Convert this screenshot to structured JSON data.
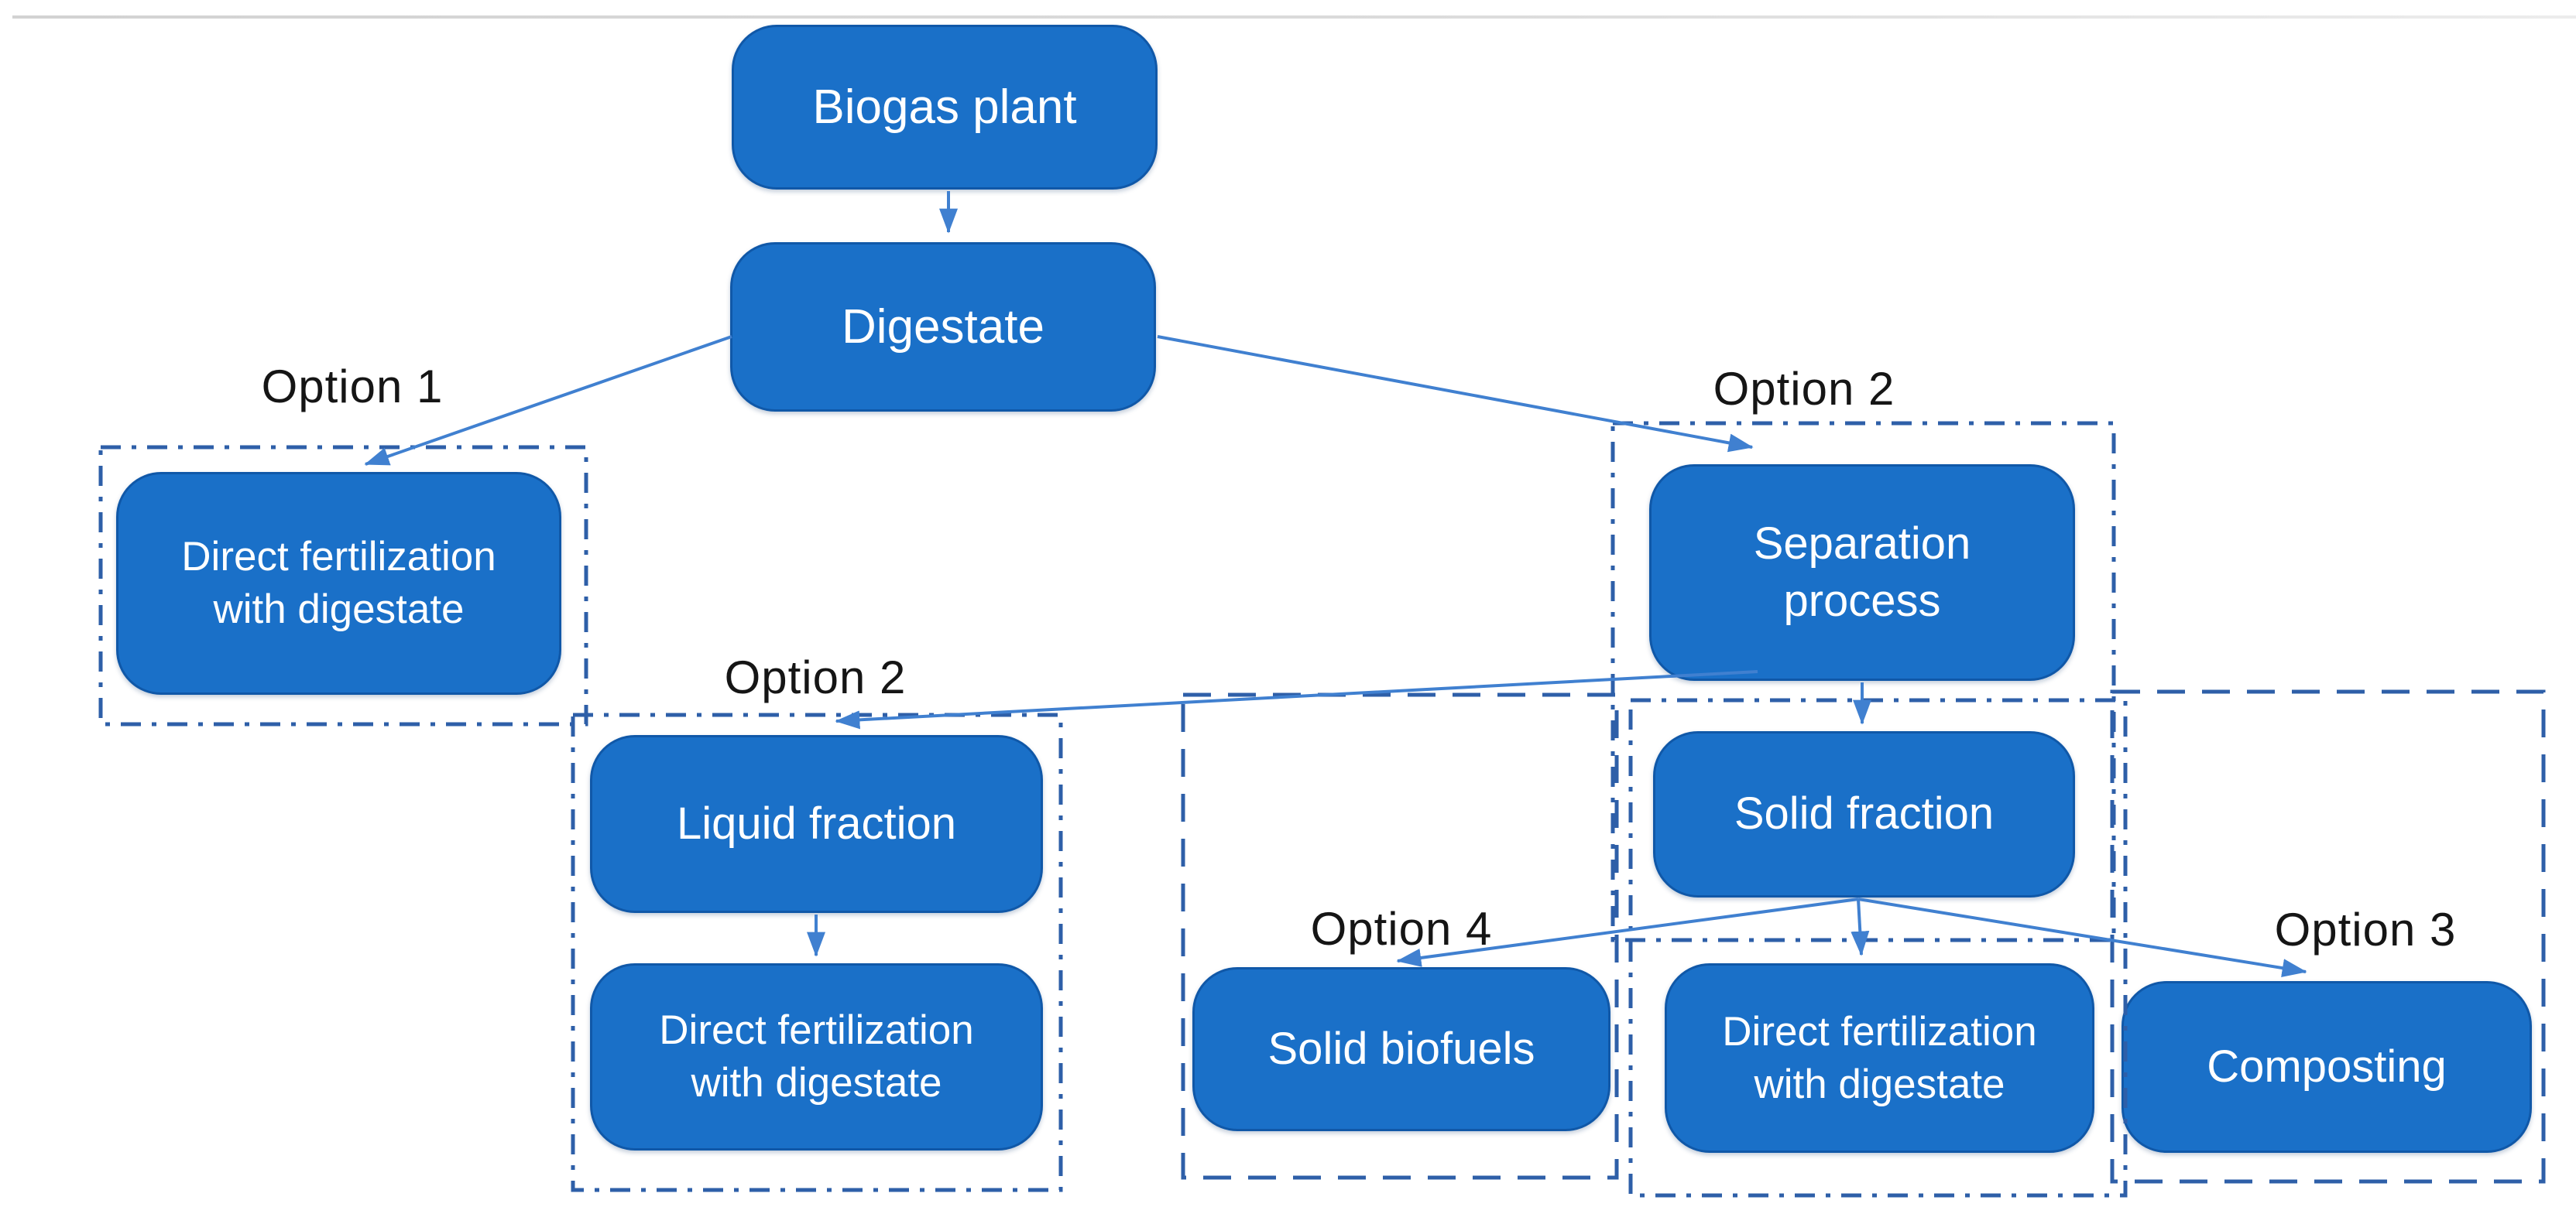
{
  "nodes": {
    "biogas": {
      "label": "Biogas plant"
    },
    "digestate": {
      "label": "Digestate"
    },
    "df_option1": {
      "label": "Direct fertilization\nwith digestate"
    },
    "separation": {
      "label": "Separation\nprocess"
    },
    "liquid": {
      "label": "Liquid fraction"
    },
    "df_liquid": {
      "label": "Direct fertilization\nwith digestate"
    },
    "solid": {
      "label": "Solid fraction"
    },
    "biofuels": {
      "label": "Solid biofuels"
    },
    "df_solid": {
      "label": "Direct fertilization\nwith digestate"
    },
    "composting": {
      "label": "Composting"
    }
  },
  "option_labels": {
    "option1": "Option 1",
    "option2_liquid": "Option 2",
    "option2_separation": "Option 2",
    "option3": "Option 3",
    "option4": "Option 4"
  },
  "colors": {
    "node_fill": "#1a70c8",
    "node_border": "#1058a8",
    "node_text": "#ffffff",
    "connector": "#4080d0",
    "boundary_dash": "#2e5fa8",
    "option_label_text": "#151515",
    "top_divider": "#d9d9d9",
    "background": "#ffffff"
  }
}
